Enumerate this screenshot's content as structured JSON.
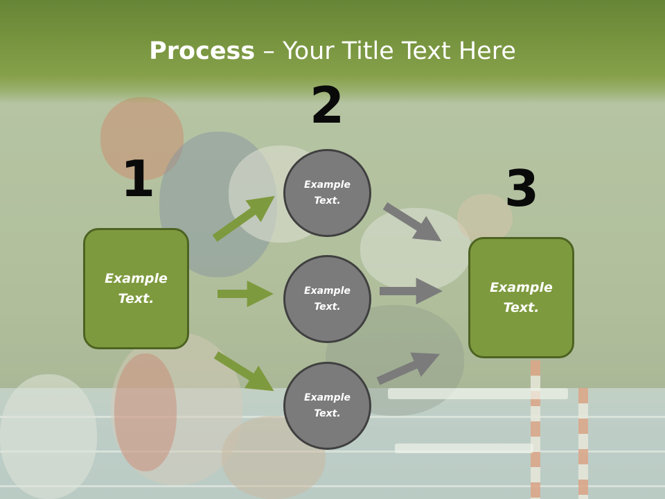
{
  "title": {
    "bold": "Process",
    "rest": " – Your Title Text Here"
  },
  "steps": [
    {
      "number": "1",
      "text": "Example Text."
    },
    {
      "number": "2",
      "text": "Example Text."
    },
    {
      "number": "3",
      "text": "Example Text."
    }
  ],
  "circles": [
    {
      "text": "Example Text."
    },
    {
      "text": "Example Text."
    },
    {
      "text": "Example Text."
    }
  ],
  "colors": {
    "header": "#77943f",
    "box_fill": "#7e9a3e",
    "circle_fill": "#7b7b7b",
    "green_arrow": "#7e9a3e",
    "gray_arrow": "#7b7b7b"
  }
}
